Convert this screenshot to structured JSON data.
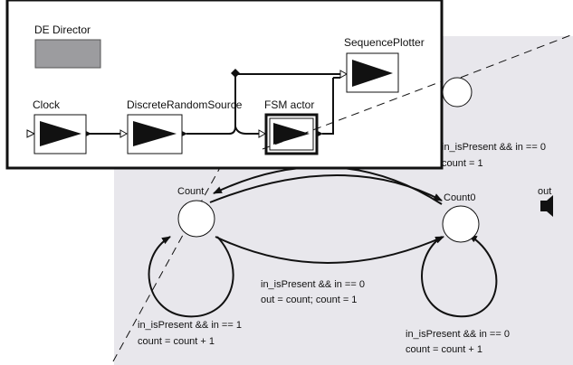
{
  "top_model": {
    "director_label": "DE Director",
    "clock_label": "Clock",
    "random_label": "DiscreteRandomSource",
    "fsm_label": "FSM actor",
    "plotter_label": "SequencePlotter"
  },
  "fsm": {
    "state_left": "Count",
    "state_right": "Count0",
    "output_port": "out",
    "top_transition": {
      "guard": "in_isPresent && in == 0",
      "action": "count = 1"
    },
    "middle_transition": {
      "guard": "in_isPresent && in == 0",
      "action": "out = count; count = 1"
    },
    "left_self_loop": {
      "guard": "in_isPresent && in == 1",
      "action": "count = count + 1"
    },
    "right_self_loop": {
      "guard": "in_isPresent && in == 0",
      "action": "count = count + 1"
    }
  },
  "colors": {
    "fsm_panel": "#e8e7ec",
    "director_box": "#9c9c9f",
    "line": "#111111"
  }
}
